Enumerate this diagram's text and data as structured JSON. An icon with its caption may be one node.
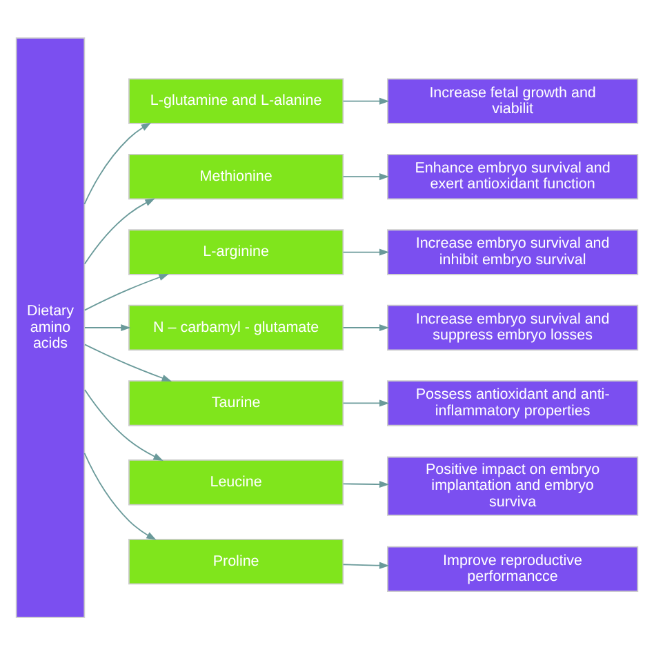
{
  "diagram": {
    "nodes": [
      {
        "text": [
          "Dietary amino acids"
        ]
      },
      {
        "text": [
          "L-glutamine and L-alanine"
        ]
      },
      {
        "text": [
          "Increase fetal growth and viabilit"
        ]
      },
      {
        "text": [
          "Methionine"
        ]
      },
      {
        "text": [
          "Enhance embryo survival and exert antioxidant function"
        ]
      },
      {
        "text": [
          "L-arginine"
        ]
      },
      {
        "text": [
          "Increase embryo survival and inhibit embryo survival"
        ]
      },
      {
        "text": [
          "N – carbamyl - glutamate"
        ]
      },
      {
        "text": [
          "Increase embryo survival and suppress embryo losses"
        ]
      },
      {
        "text": [
          "Taurine"
        ]
      },
      {
        "text": [
          "Possess antioxidant and anti- inflammatory properties"
        ]
      },
      {
        "text": [
          "Leucine"
        ]
      },
      {
        "text": [
          "Positive impact on embryo implantation and embryo surviva"
        ]
      },
      {
        "text": [
          "Proline"
        ]
      },
      {
        "text": [
          "Improve reproductive performancce"
        ]
      }
    ],
    "edges": [
      {
        "from": 0,
        "to": 1,
        "arrow": "to"
      },
      {
        "from": 1,
        "to": 2,
        "arrow": "to"
      },
      {
        "from": 0,
        "to": 3,
        "arrow": "to"
      },
      {
        "from": 3,
        "to": 4,
        "arrow": "to"
      },
      {
        "from": 0,
        "to": 5,
        "arrow": "to"
      },
      {
        "from": 5,
        "to": 6,
        "arrow": "to"
      },
      {
        "from": 0,
        "to": 7,
        "arrow": "to"
      },
      {
        "from": 7,
        "to": 8,
        "arrow": "to"
      },
      {
        "from": 0,
        "to": 9,
        "arrow": "to"
      },
      {
        "from": 9,
        "to": 10,
        "arrow": "to"
      },
      {
        "from": 0,
        "to": 11,
        "arrow": "to"
      },
      {
        "from": 11,
        "to": 12,
        "arrow": "to"
      },
      {
        "from": 0,
        "to": 13,
        "arrow": "to"
      },
      {
        "from": 13,
        "to": 14,
        "arrow": "to"
      }
    ]
  }
}
